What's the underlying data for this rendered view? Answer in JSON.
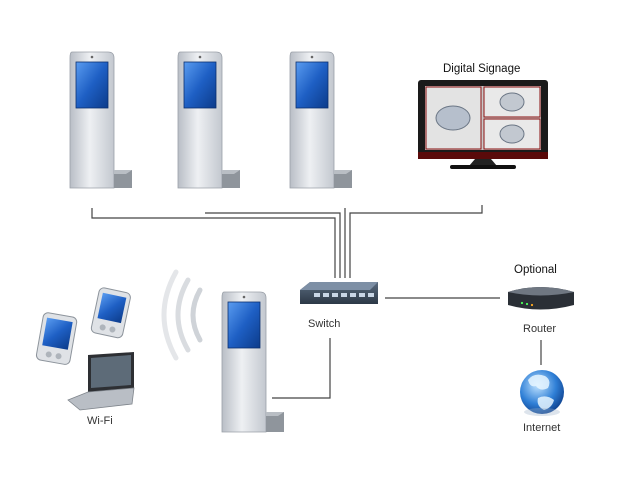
{
  "labels": {
    "digital_signage": "Digital Signage",
    "optional": "Optional",
    "switch": "Switch",
    "router": "Router",
    "internet": "Internet",
    "wifi": "Wi-Fi"
  },
  "icons": {
    "kiosk": "kiosk-icon",
    "tv": "digital-signage-tv-icon",
    "switch": "network-switch-icon",
    "router": "router-icon",
    "globe": "internet-globe-icon",
    "tablet": "tablet-icon",
    "laptop": "laptop-icon",
    "wifi_waves": "wifi-waves-icon"
  },
  "colors": {
    "line": "#444444",
    "screen_blue": "#2a66c9",
    "kiosk_body": "#d8dbe0",
    "tv_frame": "#1a1a1a"
  }
}
